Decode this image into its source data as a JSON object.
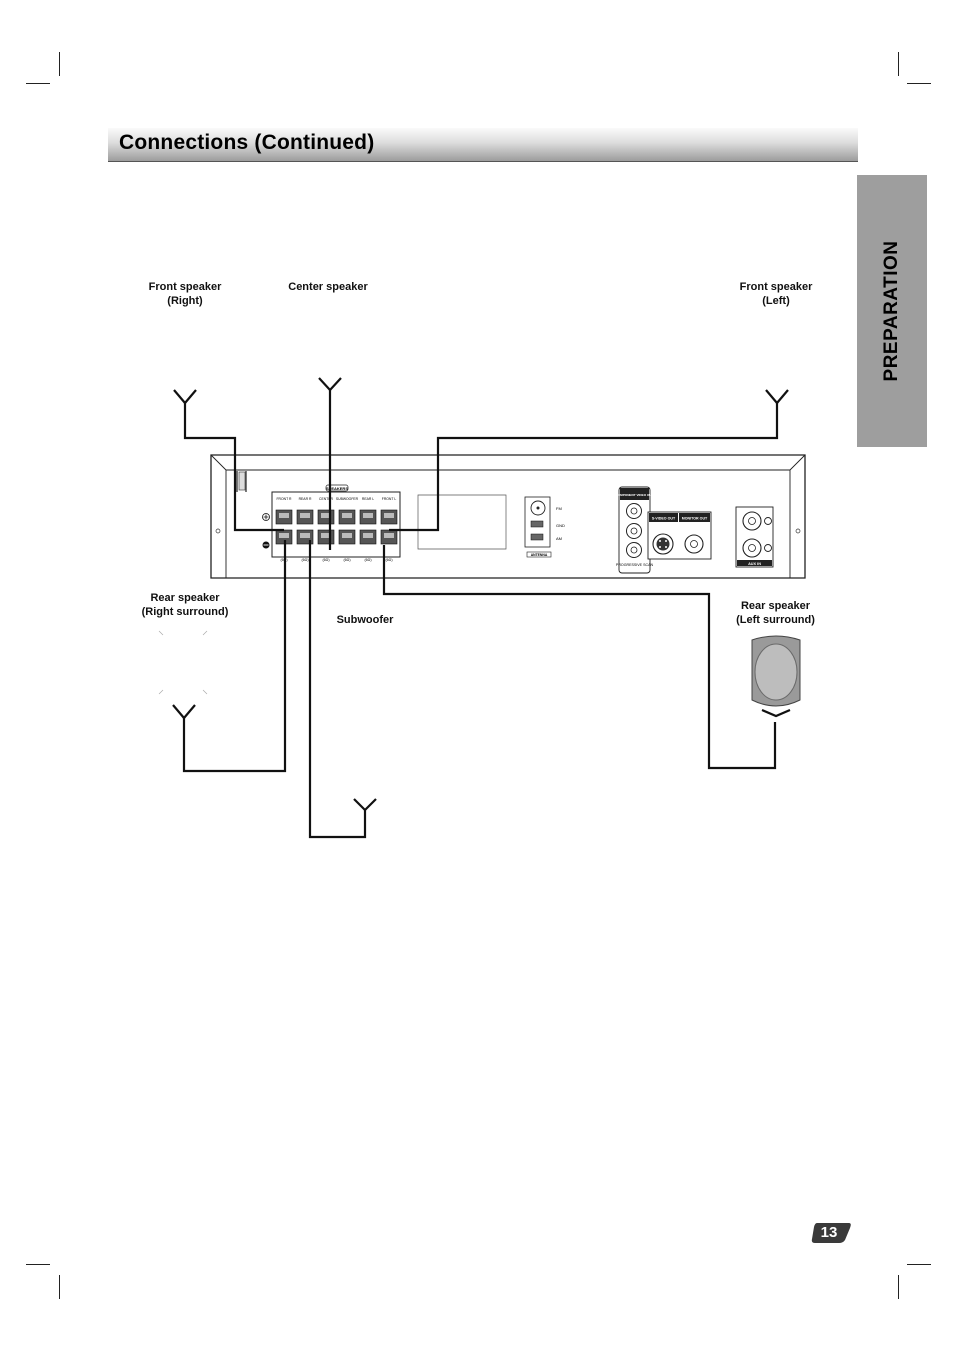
{
  "header": {
    "title": "Connections (Continued)"
  },
  "side_tab": {
    "label": "PREPARATION"
  },
  "labels": {
    "front_right_line1": "Front speaker",
    "front_right_line2": "(Right)",
    "center": "Center speaker",
    "front_left_line1": "Front speaker",
    "front_left_line2": "(Left)",
    "rear_right_line1": "Rear speaker",
    "rear_right_line2": "(Right surround)",
    "subwoofer": "Subwoofer",
    "rear_left_line1": "Rear speaker",
    "rear_left_line2": "(Left surround)"
  },
  "receiver": {
    "speakers_header": "SPEAKERS",
    "terminals": [
      "FRONT R",
      "REAR R",
      "CENTER",
      "SUBWOOFER",
      "REAR L",
      "FRONT L"
    ],
    "impedance": "(6Ω)",
    "antenna_fm": "FM",
    "antenna_gnd": "GND",
    "antenna_am": "AM",
    "antenna_header": "ANTENNA",
    "component_video_out": "COMPONENT VIDEO OUT",
    "progressive_scan": "PROGRESSIVE SCAN",
    "s_video_out": "S-VIDEO OUT",
    "monitor_out": "MONITOR OUT",
    "aux_in": "AUX IN"
  },
  "page_number": "13"
}
